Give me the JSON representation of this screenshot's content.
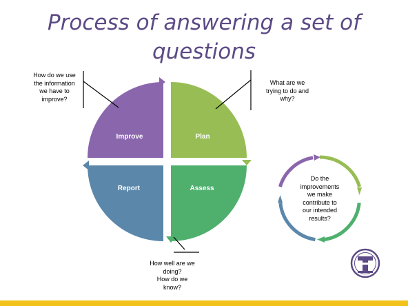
{
  "title": {
    "line1": "Process of answering a set of",
    "line2": "questions"
  },
  "quadrants": {
    "improve": "Improve",
    "plan": "Plan",
    "report": "Report",
    "assess": "Assess"
  },
  "callouts": {
    "improve": [
      "How do we use",
      "the information",
      "we have to",
      "improve?"
    ],
    "plan": [
      "What are we",
      "trying to do and",
      "why?"
    ],
    "assess": [
      "How well are we",
      "doing?",
      "How do we",
      "know?"
    ]
  },
  "small_cycle": {
    "text": [
      "Do the",
      "improvements",
      "we make",
      "contribute to",
      "our intended",
      "results?"
    ]
  },
  "colors": {
    "title": "#5c4a86",
    "improve": "#8a66ad",
    "plan": "#98bd55",
    "report": "#5b87aa",
    "assess": "#4fb06e",
    "bottom_bar": "#f2c21b"
  },
  "logo": {
    "icon": "university-seal-icon"
  }
}
